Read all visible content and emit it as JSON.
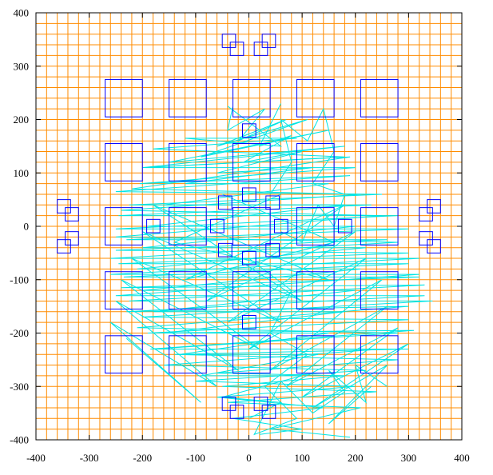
{
  "chart_data": {
    "type": "scatter",
    "title": "",
    "xlabel": "",
    "ylabel": "",
    "xlim": [
      -400,
      400
    ],
    "ylim": [
      -400,
      400
    ],
    "xticks": [
      -400,
      -300,
      -200,
      -100,
      0,
      100,
      200,
      300,
      400
    ],
    "yticks": [
      -400,
      -300,
      -200,
      -100,
      0,
      100,
      200,
      300,
      400
    ],
    "xtick_labels": [
      "-400",
      "-300",
      "-200",
      "-100",
      "0",
      "100",
      "200",
      "300",
      "400"
    ],
    "ytick_labels": [
      "-400",
      "-300",
      "-200",
      "-100",
      "0",
      "100",
      "200",
      "300",
      "400"
    ],
    "grid": {
      "on": true,
      "spacing": 20,
      "color": "#ff8c00"
    },
    "legend": "none",
    "large_squares": {
      "color": "#0000ff",
      "items": [
        [
          -270,
          205,
          70,
          70
        ],
        [
          -150,
          205,
          70,
          70
        ],
        [
          -30,
          205,
          70,
          70
        ],
        [
          90,
          205,
          70,
          70
        ],
        [
          210,
          205,
          70,
          70
        ],
        [
          -270,
          85,
          70,
          70
        ],
        [
          -150,
          85,
          70,
          70
        ],
        [
          -30,
          85,
          70,
          70
        ],
        [
          90,
          85,
          70,
          70
        ],
        [
          210,
          85,
          70,
          70
        ],
        [
          -270,
          -35,
          70,
          70
        ],
        [
          -150,
          -35,
          70,
          70
        ],
        [
          -30,
          -35,
          70,
          70
        ],
        [
          90,
          -35,
          70,
          70
        ],
        [
          210,
          -35,
          70,
          70
        ],
        [
          -270,
          -155,
          70,
          70
        ],
        [
          -150,
          -155,
          70,
          70
        ],
        [
          -30,
          -155,
          70,
          70
        ],
        [
          90,
          -155,
          70,
          70
        ],
        [
          210,
          -155,
          70,
          70
        ],
        [
          -270,
          -275,
          70,
          70
        ],
        [
          -150,
          -275,
          70,
          70
        ],
        [
          -30,
          -275,
          70,
          70
        ],
        [
          90,
          -275,
          70,
          70
        ],
        [
          210,
          -275,
          70,
          70
        ]
      ]
    },
    "small_squares": {
      "color": "#0000ff",
      "items": [
        [
          -50,
          335,
          25,
          25
        ],
        [
          -35,
          320,
          25,
          25
        ],
        [
          10,
          320,
          25,
          25
        ],
        [
          25,
          335,
          25,
          25
        ],
        [
          -12,
          167,
          25,
          25
        ],
        [
          -57,
          32,
          25,
          25
        ],
        [
          -12,
          47,
          25,
          25
        ],
        [
          32,
          32,
          25,
          25
        ],
        [
          -192,
          -12,
          25,
          25
        ],
        [
          -72,
          -12,
          25,
          25
        ],
        [
          48,
          -12,
          25,
          25
        ],
        [
          168,
          -12,
          25,
          25
        ],
        [
          -57,
          -57,
          25,
          25
        ],
        [
          -12,
          -72,
          25,
          25
        ],
        [
          32,
          -57,
          25,
          25
        ],
        [
          -12,
          -192,
          25,
          25
        ],
        [
          -50,
          -345,
          25,
          25
        ],
        [
          -35,
          -360,
          25,
          25
        ],
        [
          10,
          -345,
          25,
          25
        ],
        [
          25,
          -360,
          25,
          25
        ],
        [
          -360,
          25,
          25,
          25
        ],
        [
          -345,
          10,
          25,
          25
        ],
        [
          -345,
          -35,
          25,
          25
        ],
        [
          -360,
          -50,
          25,
          25
        ],
        [
          320,
          10,
          25,
          25
        ],
        [
          335,
          25,
          25,
          25
        ],
        [
          320,
          -35,
          25,
          25
        ],
        [
          335,
          -50,
          25,
          25
        ]
      ]
    },
    "traces": {
      "color": "#00e5e5",
      "paths": [
        [
          [
            -40,
            225
          ],
          [
            60,
            150
          ],
          [
            -120,
            165
          ],
          [
            90,
            165
          ],
          [
            -180,
            145
          ],
          [
            180,
            130
          ],
          [
            -195,
            110
          ],
          [
            200,
            110
          ],
          [
            -205,
            80
          ],
          [
            190,
            95
          ],
          [
            -250,
            65
          ],
          [
            250,
            60
          ],
          [
            -225,
            40
          ],
          [
            230,
            40
          ],
          [
            -245,
            20
          ],
          [
            280,
            20
          ],
          [
            -250,
            -5
          ],
          [
            300,
            -5
          ],
          [
            -230,
            -25
          ],
          [
            260,
            -25
          ],
          [
            -250,
            -45
          ],
          [
            300,
            -50
          ],
          [
            -245,
            -70
          ],
          [
            300,
            -70
          ],
          [
            -235,
            -95
          ],
          [
            320,
            -95
          ],
          [
            -240,
            -115
          ],
          [
            330,
            -110
          ],
          [
            -225,
            -140
          ],
          [
            345,
            -140
          ],
          [
            -200,
            -170
          ],
          [
            300,
            -175
          ],
          [
            -190,
            -200
          ],
          [
            310,
            -195
          ],
          [
            -185,
            -230
          ],
          [
            300,
            -230
          ],
          [
            -140,
            -240
          ],
          [
            280,
            -250
          ],
          [
            -60,
            -275
          ],
          [
            180,
            -280
          ],
          [
            -50,
            -300
          ],
          [
            240,
            -310
          ],
          [
            -40,
            -330
          ],
          [
            210,
            -340
          ],
          [
            40,
            -380
          ],
          [
            190,
            -395
          ]
        ],
        [
          [
            -30,
            225
          ],
          [
            -40,
            180
          ],
          [
            30,
            220
          ],
          [
            -20,
            160
          ],
          [
            70,
            200
          ],
          [
            -60,
            150
          ],
          [
            110,
            200
          ],
          [
            -90,
            130
          ],
          [
            150,
            180
          ],
          [
            -150,
            120
          ],
          [
            180,
            150
          ],
          [
            -200,
            110
          ],
          [
            190,
            130
          ],
          [
            -220,
            70
          ],
          [
            210,
            60
          ],
          [
            -240,
            30
          ],
          [
            250,
            20
          ],
          [
            -250,
            -20
          ],
          [
            280,
            -30
          ],
          [
            -260,
            -60
          ],
          [
            320,
            -60
          ],
          [
            -260,
            -90
          ],
          [
            320,
            -90
          ],
          [
            -250,
            -130
          ],
          [
            330,
            -130
          ],
          [
            -230,
            -160
          ],
          [
            300,
            -150
          ],
          [
            -210,
            -190
          ],
          [
            280,
            -200
          ],
          [
            -180,
            -230
          ],
          [
            250,
            -230
          ],
          [
            -160,
            -260
          ],
          [
            220,
            -270
          ],
          [
            -100,
            -290
          ],
          [
            200,
            -300
          ],
          [
            -60,
            -320
          ],
          [
            140,
            -340
          ],
          [
            -30,
            -360
          ],
          [
            100,
            -380
          ],
          [
            20,
            -390
          ]
        ],
        [
          [
            60,
            230
          ],
          [
            20,
            150
          ],
          [
            80,
            170
          ],
          [
            -10,
            120
          ],
          [
            100,
            140
          ],
          [
            -60,
            100
          ],
          [
            120,
            110
          ],
          [
            -120,
            80
          ],
          [
            150,
            80
          ],
          [
            -160,
            40
          ],
          [
            180,
            40
          ],
          [
            -190,
            0
          ],
          [
            200,
            0
          ],
          [
            -200,
            -40
          ],
          [
            220,
            -40
          ],
          [
            -210,
            -80
          ],
          [
            210,
            -80
          ],
          [
            -200,
            -120
          ],
          [
            200,
            -120
          ],
          [
            -180,
            -160
          ],
          [
            180,
            -160
          ],
          [
            -160,
            -200
          ],
          [
            150,
            -200
          ],
          [
            -130,
            -240
          ],
          [
            130,
            -240
          ],
          [
            -90,
            -280
          ],
          [
            100,
            -280
          ],
          [
            -50,
            -320
          ],
          [
            60,
            -330
          ],
          [
            0,
            -360
          ]
        ],
        [
          [
            -50,
            60
          ],
          [
            160,
            -30
          ],
          [
            -120,
            -100
          ],
          [
            180,
            40
          ],
          [
            -80,
            -140
          ],
          [
            200,
            -10
          ],
          [
            -40,
            -180
          ],
          [
            220,
            -60
          ],
          [
            0,
            -230
          ],
          [
            250,
            -100
          ],
          [
            40,
            -270
          ],
          [
            260,
            -150
          ],
          [
            70,
            -300
          ],
          [
            280,
            -190
          ],
          [
            100,
            -320
          ],
          [
            300,
            -220
          ],
          [
            120,
            -340
          ],
          [
            260,
            -260
          ],
          [
            150,
            -370
          ],
          [
            230,
            -300
          ]
        ],
        [
          [
            60,
            60
          ],
          [
            -140,
            -30
          ],
          [
            150,
            -100
          ],
          [
            -180,
            40
          ],
          [
            100,
            -140
          ],
          [
            -200,
            -10
          ],
          [
            60,
            -180
          ],
          [
            -220,
            -60
          ],
          [
            20,
            -230
          ],
          [
            -240,
            -100
          ],
          [
            -20,
            -270
          ],
          [
            -250,
            -140
          ],
          [
            -60,
            -300
          ],
          [
            -260,
            -180
          ],
          [
            -90,
            -330
          ],
          [
            -230,
            -210
          ]
        ],
        [
          [
            0,
            -60
          ],
          [
            80,
            -120
          ],
          [
            40,
            -200
          ],
          [
            110,
            -240
          ],
          [
            30,
            -300
          ],
          [
            90,
            -360
          ],
          [
            10,
            -390
          ],
          [
            60,
            -290
          ],
          [
            120,
            -350
          ],
          [
            180,
            -310
          ],
          [
            150,
            -270
          ],
          [
            220,
            -330
          ],
          [
            200,
            -260
          ],
          [
            260,
            -300
          ]
        ],
        [
          [
            40,
            60
          ],
          [
            80,
            120
          ],
          [
            60,
            200
          ],
          [
            110,
            160
          ],
          [
            140,
            220
          ],
          [
            160,
            140
          ],
          [
            120,
            80
          ],
          [
            180,
            60
          ],
          [
            160,
            0
          ],
          [
            130,
            40
          ],
          [
            100,
            -30
          ],
          [
            60,
            -10
          ]
        ]
      ]
    }
  }
}
